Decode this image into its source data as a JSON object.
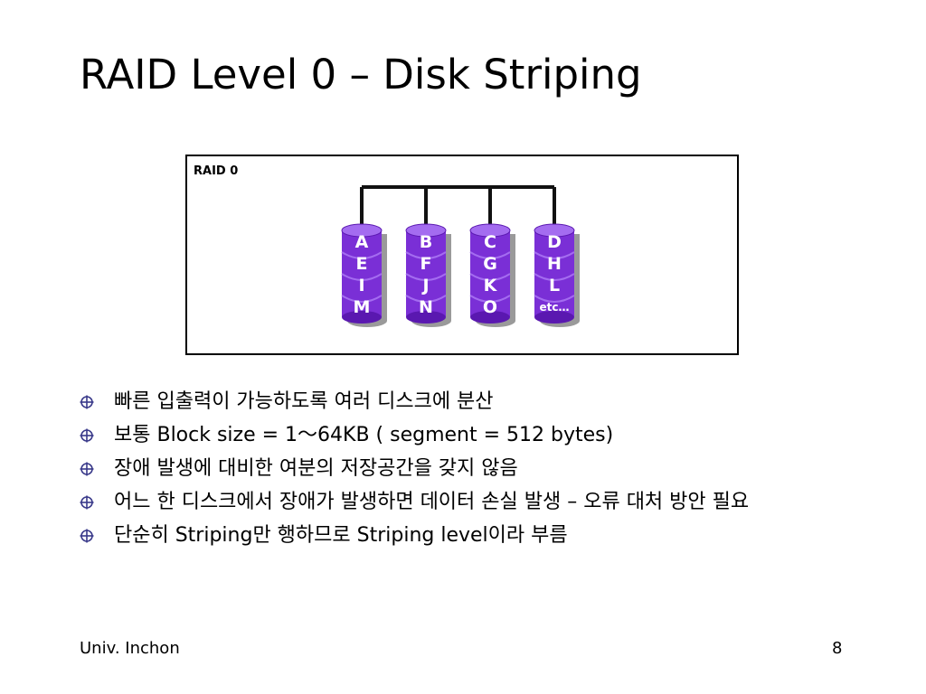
{
  "slide": {
    "title": "RAID Level 0 – Disk Striping",
    "footer_left": "Univ. Inchon",
    "page_number": "8"
  },
  "diagram": {
    "label": "RAID 0",
    "disks": [
      [
        "A",
        "E",
        "I",
        "M"
      ],
      [
        "B",
        "F",
        "J",
        "N"
      ],
      [
        "C",
        "G",
        "K",
        "O"
      ],
      [
        "D",
        "H",
        "L",
        "etc…"
      ]
    ],
    "disk_color": "#7a2fd6",
    "disk_dark": "#5a18b0",
    "disk_light": "#a46cf0"
  },
  "bullets": [
    "빠른 입출력이 가능하도록 여러 디스크에 분산",
    "보통 Block size = 1～64KB ( segment = 512 bytes)",
    "장애 발생에 대비한 여분의 저장공간을 갖지 않음",
    "어느 한 디스크에서 장애가 발생하면 데이터 손실 발생 – 오류 대처 방안 필요",
    "단순히 Striping만 행하므로 Striping level이라 부름"
  ]
}
